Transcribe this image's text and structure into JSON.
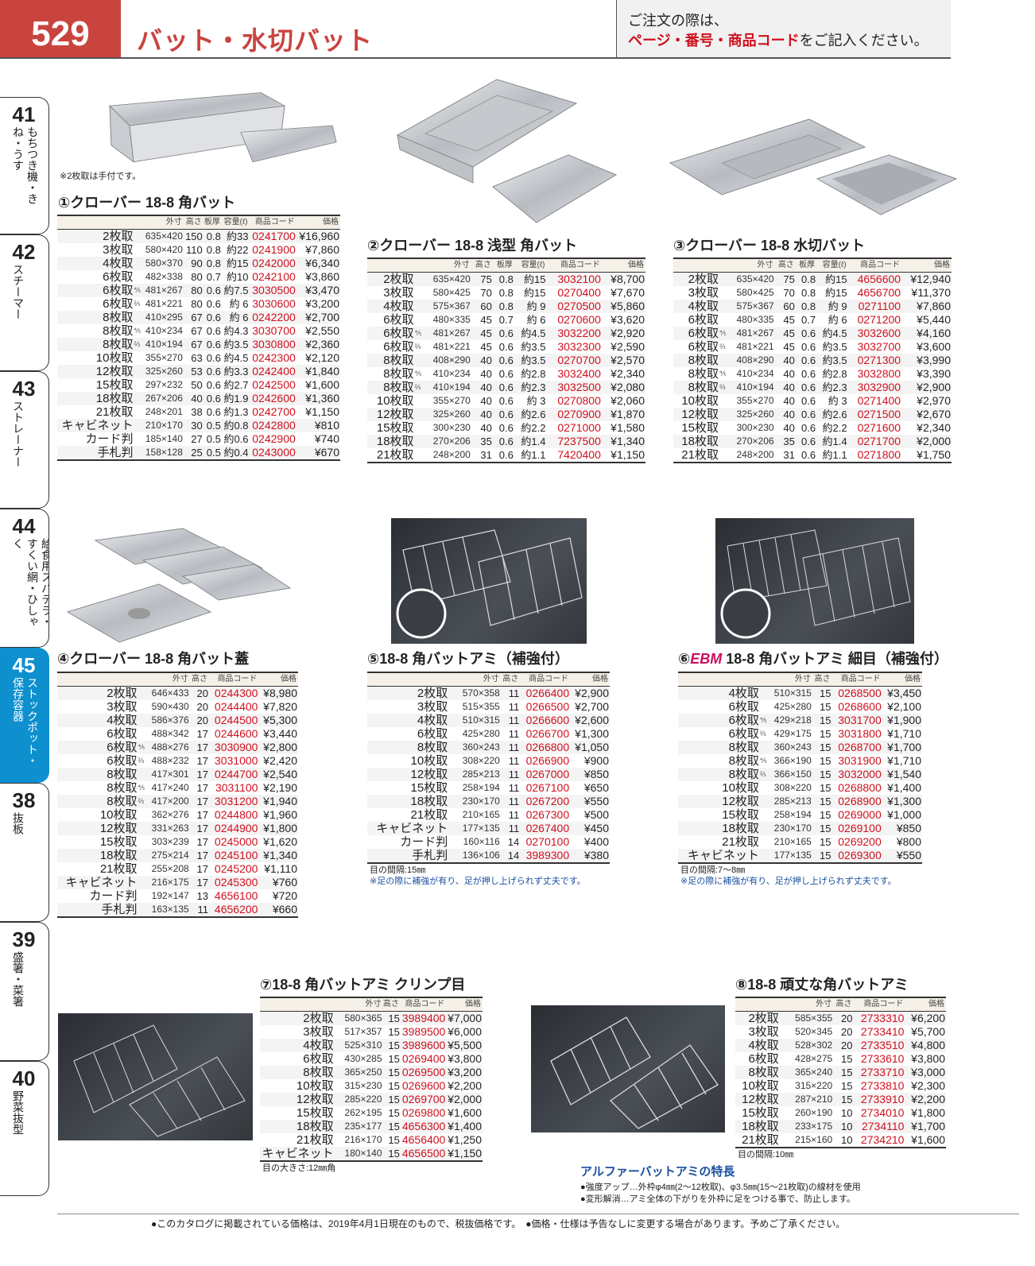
{
  "header": {
    "page_number": "529",
    "title": "バット・水切バット",
    "order_line1": "ご注文の際は、",
    "order_red": "ページ・番号・商品コード",
    "order_rest": "をご記入ください。"
  },
  "side_tabs": [
    {
      "num": "41",
      "label": "もちつき機・きね・うす",
      "active": false
    },
    {
      "num": "42",
      "label": "スチーマー",
      "active": false
    },
    {
      "num": "43",
      "label": "ストレーナー",
      "active": false
    },
    {
      "num": "44",
      "label": "給食用スパテラ・すくい網・ひしゃく",
      "active": false
    },
    {
      "num": "45",
      "label": "ストックポット・保存容器",
      "active": true
    },
    {
      "num": "38",
      "label": "抜板",
      "active": false
    },
    {
      "num": "39",
      "label": "盛箸・菜箸",
      "active": false
    },
    {
      "num": "40",
      "label": "野菜抜型",
      "active": false
    }
  ],
  "headers_full": [
    "外寸",
    "高さ",
    "板厚",
    "容量(ℓ)",
    "商品コード",
    "価格"
  ],
  "headers_short": [
    "外寸",
    "高さ",
    "商品コード",
    "価格"
  ],
  "products": [
    {
      "title": "①クローバー 18-8 角バット",
      "note_top": "※2枚取は手付です。",
      "rows": [
        [
          "2枚取",
          "",
          "635×420",
          "150",
          "0.8",
          "約33",
          "0241700",
          "¥16,960"
        ],
        [
          "3枚取",
          "",
          "580×420",
          "110",
          "0.8",
          "約22",
          "0241900",
          "¥7,860"
        ],
        [
          "4枚取",
          "",
          "580×370",
          "90",
          "0.8",
          "約15",
          "0242000",
          "¥6,340"
        ],
        [
          "6枚取",
          "",
          "482×338",
          "80",
          "0.7",
          "約10",
          "0242100",
          "¥3,860"
        ],
        [
          "6枚取",
          "⅘",
          "481×267",
          "80",
          "0.6",
          "約7.5",
          "3030500",
          "¥3,470"
        ],
        [
          "6枚取",
          "⅔",
          "481×221",
          "80",
          "0.6",
          "約 6",
          "3030600",
          "¥3,200"
        ],
        [
          "8枚取",
          "",
          "410×295",
          "67",
          "0.6",
          "約 6",
          "0242200",
          "¥2,700"
        ],
        [
          "8枚取",
          "⅘",
          "410×234",
          "67",
          "0.6",
          "約4.3",
          "3030700",
          "¥2,550"
        ],
        [
          "8枚取",
          "⅔",
          "410×194",
          "67",
          "0.6",
          "約3.5",
          "3030800",
          "¥2,360"
        ],
        [
          "10枚取",
          "",
          "355×270",
          "63",
          "0.6",
          "約4.5",
          "0242300",
          "¥2,120"
        ],
        [
          "12枚取",
          "",
          "325×260",
          "53",
          "0.6",
          "約3.3",
          "0242400",
          "¥1,840"
        ],
        [
          "15枚取",
          "",
          "297×232",
          "50",
          "0.6",
          "約2.7",
          "0242500",
          "¥1,600"
        ],
        [
          "18枚取",
          "",
          "267×206",
          "40",
          "0.6",
          "約1.9",
          "0242600",
          "¥1,360"
        ],
        [
          "21枚取",
          "",
          "248×201",
          "38",
          "0.6",
          "約1.3",
          "0242700",
          "¥1,150"
        ],
        [
          "キャビネット",
          "",
          "210×170",
          "30",
          "0.5",
          "約0.8",
          "0242800",
          "¥810"
        ],
        [
          "カード判",
          "",
          "185×140",
          "27",
          "0.5",
          "約0.6",
          "0242900",
          "¥740"
        ],
        [
          "手札判",
          "",
          "158×128",
          "25",
          "0.5",
          "約0.4",
          "0243000",
          "¥670"
        ]
      ]
    },
    {
      "title": "②クローバー 18-8 浅型 角バット",
      "rows": [
        [
          "2枚取",
          "",
          "635×420",
          "75",
          "0.8",
          "約15",
          "3032100",
          "¥8,700"
        ],
        [
          "3枚取",
          "",
          "580×425",
          "70",
          "0.8",
          "約15",
          "0270400",
          "¥7,670"
        ],
        [
          "4枚取",
          "",
          "575×367",
          "60",
          "0.8",
          "約 9",
          "0270500",
          "¥5,860"
        ],
        [
          "6枚取",
          "",
          "480×335",
          "45",
          "0.7",
          "約 6",
          "0270600",
          "¥3,620"
        ],
        [
          "6枚取",
          "⅘",
          "481×267",
          "45",
          "0.6",
          "約4.5",
          "3032200",
          "¥2,920"
        ],
        [
          "6枚取",
          "⅔",
          "481×221",
          "45",
          "0.6",
          "約3.5",
          "3032300",
          "¥2,590"
        ],
        [
          "8枚取",
          "",
          "408×290",
          "40",
          "0.6",
          "約3.5",
          "0270700",
          "¥2,570"
        ],
        [
          "8枚取",
          "⅘",
          "410×234",
          "40",
          "0.6",
          "約2.8",
          "3032400",
          "¥2,340"
        ],
        [
          "8枚取",
          "⅔",
          "410×194",
          "40",
          "0.6",
          "約2.3",
          "3032500",
          "¥2,080"
        ],
        [
          "10枚取",
          "",
          "355×270",
          "40",
          "0.6",
          "約 3",
          "0270800",
          "¥2,060"
        ],
        [
          "12枚取",
          "",
          "325×260",
          "40",
          "0.6",
          "約2.6",
          "0270900",
          "¥1,870"
        ],
        [
          "15枚取",
          "",
          "300×230",
          "40",
          "0.6",
          "約2.2",
          "0271000",
          "¥1,580"
        ],
        [
          "18枚取",
          "",
          "270×206",
          "35",
          "0.6",
          "約1.4",
          "7237500",
          "¥1,340"
        ],
        [
          "21枚取",
          "",
          "248×200",
          "31",
          "0.6",
          "約1.1",
          "7420400",
          "¥1,150"
        ]
      ]
    },
    {
      "title": "③クローバー 18-8 水切バット",
      "rows": [
        [
          "2枚取",
          "",
          "635×420",
          "75",
          "0.8",
          "約15",
          "4656600",
          "¥12,940"
        ],
        [
          "3枚取",
          "",
          "580×425",
          "70",
          "0.8",
          "約15",
          "4656700",
          "¥11,370"
        ],
        [
          "4枚取",
          "",
          "575×367",
          "60",
          "0.8",
          "約 9",
          "0271100",
          "¥7,860"
        ],
        [
          "6枚取",
          "",
          "480×335",
          "45",
          "0.7",
          "約 6",
          "0271200",
          "¥5,440"
        ],
        [
          "6枚取",
          "⅘",
          "481×267",
          "45",
          "0.6",
          "約4.5",
          "3032600",
          "¥4,160"
        ],
        [
          "6枚取",
          "⅔",
          "481×221",
          "45",
          "0.6",
          "約3.5",
          "3032700",
          "¥3,600"
        ],
        [
          "8枚取",
          "",
          "408×290",
          "40",
          "0.6",
          "約3.5",
          "0271300",
          "¥3,990"
        ],
        [
          "8枚取",
          "⅘",
          "410×234",
          "40",
          "0.6",
          "約2.8",
          "3032800",
          "¥3,390"
        ],
        [
          "8枚取",
          "⅔",
          "410×194",
          "40",
          "0.6",
          "約2.3",
          "3032900",
          "¥2,900"
        ],
        [
          "10枚取",
          "",
          "355×270",
          "40",
          "0.6",
          "約 3",
          "0271400",
          "¥2,970"
        ],
        [
          "12枚取",
          "",
          "325×260",
          "40",
          "0.6",
          "約2.6",
          "0271500",
          "¥2,670"
        ],
        [
          "15枚取",
          "",
          "300×230",
          "40",
          "0.6",
          "約2.2",
          "0271600",
          "¥2,340"
        ],
        [
          "18枚取",
          "",
          "270×206",
          "35",
          "0.6",
          "約1.4",
          "0271700",
          "¥2,000"
        ],
        [
          "21枚取",
          "",
          "248×200",
          "31",
          "0.6",
          "約1.1",
          "0271800",
          "¥1,750"
        ]
      ]
    },
    {
      "title": "④クローバー 18-8 角バット蓋",
      "rows": [
        [
          "2枚取",
          "",
          "646×433",
          "20",
          "0244300",
          "¥8,980"
        ],
        [
          "3枚取",
          "",
          "590×430",
          "20",
          "0244400",
          "¥7,820"
        ],
        [
          "4枚取",
          "",
          "586×376",
          "20",
          "0244500",
          "¥5,300"
        ],
        [
          "6枚取",
          "",
          "488×342",
          "17",
          "0244600",
          "¥3,440"
        ],
        [
          "6枚取",
          "⅘",
          "488×276",
          "17",
          "3030900",
          "¥2,800"
        ],
        [
          "6枚取",
          "⅔",
          "488×232",
          "17",
          "3031000",
          "¥2,420"
        ],
        [
          "8枚取",
          "",
          "417×301",
          "17",
          "0244700",
          "¥2,540"
        ],
        [
          "8枚取",
          "⅘",
          "417×240",
          "17",
          "3031100",
          "¥2,190"
        ],
        [
          "8枚取",
          "⅔",
          "417×200",
          "17",
          "3031200",
          "¥1,940"
        ],
        [
          "10枚取",
          "",
          "362×276",
          "17",
          "0244800",
          "¥1,960"
        ],
        [
          "12枚取",
          "",
          "331×263",
          "17",
          "0244900",
          "¥1,800"
        ],
        [
          "15枚取",
          "",
          "303×239",
          "17",
          "0245000",
          "¥1,620"
        ],
        [
          "18枚取",
          "",
          "275×214",
          "17",
          "0245100",
          "¥1,340"
        ],
        [
          "21枚取",
          "",
          "255×208",
          "17",
          "0245200",
          "¥1,110"
        ],
        [
          "キャビネット",
          "",
          "216×175",
          "17",
          "0245300",
          "¥760"
        ],
        [
          "カード判",
          "",
          "192×147",
          "13",
          "4656100",
          "¥720"
        ],
        [
          "手札判",
          "",
          "163×135",
          "11",
          "4656200",
          "¥660"
        ]
      ]
    },
    {
      "title": "⑤18-8 角バットアミ（補強付）",
      "note1": "目の間隔:15㎜",
      "note2": "※足の際に補強が有り、足が押し上げられず丈夫です。",
      "rows": [
        [
          "2枚取",
          "",
          "570×358",
          "11",
          "0266400",
          "¥2,900"
        ],
        [
          "3枚取",
          "",
          "515×355",
          "11",
          "0266500",
          "¥2,700"
        ],
        [
          "4枚取",
          "",
          "510×315",
          "11",
          "0266600",
          "¥2,600"
        ],
        [
          "6枚取",
          "",
          "425×280",
          "11",
          "0266700",
          "¥1,300"
        ],
        [
          "8枚取",
          "",
          "360×243",
          "11",
          "0266800",
          "¥1,050"
        ],
        [
          "10枚取",
          "",
          "308×220",
          "11",
          "0266900",
          "¥900"
        ],
        [
          "12枚取",
          "",
          "285×213",
          "11",
          "0267000",
          "¥850"
        ],
        [
          "15枚取",
          "",
          "258×194",
          "11",
          "0267100",
          "¥650"
        ],
        [
          "18枚取",
          "",
          "230×170",
          "11",
          "0267200",
          "¥550"
        ],
        [
          "21枚取",
          "",
          "210×165",
          "11",
          "0267300",
          "¥500"
        ],
        [
          "キャビネット",
          "",
          "177×135",
          "11",
          "0267400",
          "¥450"
        ],
        [
          "カード判",
          "",
          "160×116",
          "14",
          "0270100",
          "¥400"
        ],
        [
          "手札判",
          "",
          "136×106",
          "14",
          "3989300",
          "¥380"
        ]
      ]
    },
    {
      "title_prefix": "⑥",
      "title_brand": "EBM",
      "title": " 18-8 角バットアミ 細目（補強付）",
      "note1": "目の間隔:7～8㎜",
      "note2": "※足の際に補強が有り、足が押し上げられず丈夫です。",
      "rows": [
        [
          "4枚取",
          "",
          "510×315",
          "15",
          "0268500",
          "¥3,450"
        ],
        [
          "6枚取",
          "",
          "425×280",
          "15",
          "0268600",
          "¥2,100"
        ],
        [
          "6枚取",
          "⅘",
          "429×218",
          "15",
          "3031700",
          "¥1,900"
        ],
        [
          "6枚取",
          "⅔",
          "429×175",
          "15",
          "3031800",
          "¥1,710"
        ],
        [
          "8枚取",
          "",
          "360×243",
          "15",
          "0268700",
          "¥1,700"
        ],
        [
          "8枚取",
          "⅘",
          "366×190",
          "15",
          "3031900",
          "¥1,710"
        ],
        [
          "8枚取",
          "⅔",
          "366×150",
          "15",
          "3032000",
          "¥1,540"
        ],
        [
          "10枚取",
          "",
          "308×220",
          "15",
          "0268800",
          "¥1,400"
        ],
        [
          "12枚取",
          "",
          "285×213",
          "15",
          "0268900",
          "¥1,300"
        ],
        [
          "15枚取",
          "",
          "258×194",
          "15",
          "0269000",
          "¥1,000"
        ],
        [
          "18枚取",
          "",
          "230×170",
          "15",
          "0269100",
          "¥850"
        ],
        [
          "21枚取",
          "",
          "210×165",
          "15",
          "0269200",
          "¥800"
        ],
        [
          "キャビネット",
          "",
          "177×135",
          "15",
          "0269300",
          "¥550"
        ]
      ]
    },
    {
      "title": "⑦18-8 角バットアミ クリンプ目",
      "note1": "目の大きさ:12㎜角",
      "rows": [
        [
          "2枚取",
          "",
          "580×365",
          "15",
          "3989400",
          "¥7,000"
        ],
        [
          "3枚取",
          "",
          "517×357",
          "15",
          "3989500",
          "¥6,000"
        ],
        [
          "4枚取",
          "",
          "525×310",
          "15",
          "3989600",
          "¥5,500"
        ],
        [
          "6枚取",
          "",
          "430×285",
          "15",
          "0269400",
          "¥3,800"
        ],
        [
          "8枚取",
          "",
          "365×250",
          "15",
          "0269500",
          "¥3,200"
        ],
        [
          "10枚取",
          "",
          "315×230",
          "15",
          "0269600",
          "¥2,200"
        ],
        [
          "12枚取",
          "",
          "285×220",
          "15",
          "0269700",
          "¥2,000"
        ],
        [
          "15枚取",
          "",
          "262×195",
          "15",
          "0269800",
          "¥1,600"
        ],
        [
          "18枚取",
          "",
          "235×177",
          "15",
          "4656300",
          "¥1,400"
        ],
        [
          "21枚取",
          "",
          "216×170",
          "15",
          "4656400",
          "¥1,250"
        ],
        [
          "キャビネット",
          "",
          "180×140",
          "15",
          "4656500",
          "¥1,150"
        ]
      ]
    },
    {
      "title": "⑧18-8 頑丈な角バットアミ",
      "note1": "目の間隔:10㎜",
      "rows": [
        [
          "2枚取",
          "",
          "585×355",
          "20",
          "2733310",
          "¥6,200"
        ],
        [
          "3枚取",
          "",
          "520×345",
          "20",
          "2733410",
          "¥5,700"
        ],
        [
          "4枚取",
          "",
          "528×302",
          "20",
          "2733510",
          "¥4,800"
        ],
        [
          "6枚取",
          "",
          "428×275",
          "15",
          "2733610",
          "¥3,800"
        ],
        [
          "8枚取",
          "",
          "365×240",
          "15",
          "2733710",
          "¥3,000"
        ],
        [
          "10枚取",
          "",
          "315×220",
          "15",
          "2733810",
          "¥2,300"
        ],
        [
          "12枚取",
          "",
          "287×210",
          "15",
          "2733910",
          "¥2,200"
        ],
        [
          "15枚取",
          "",
          "260×190",
          "10",
          "2734010",
          "¥1,800"
        ],
        [
          "18枚取",
          "",
          "233×175",
          "10",
          "2734110",
          "¥1,700"
        ],
        [
          "21枚取",
          "",
          "215×160",
          "10",
          "2734210",
          "¥1,600"
        ]
      ]
    }
  ],
  "features": {
    "title": "アルファーバットアミの特長",
    "items": [
      "●強度アップ…外枠φ4㎜(2～12枚取)、φ3.5㎜(15～21枚取)の線材を使用",
      "●変形解消…アミ全体の下がりを外枠に足をつける事で、防止します。"
    ]
  },
  "footer": "●このカタログに掲載されている価格は、2019年4月1日現在のもので、税抜価格です。　●価格・仕様は予告なしに変更する場合があります。予めご了承ください。",
  "colors": {
    "accent_red": "#c9443f",
    "code_red": "#d0101e",
    "tab_blue": "#0e8fce",
    "feature_blue": "#1a4fa0"
  }
}
